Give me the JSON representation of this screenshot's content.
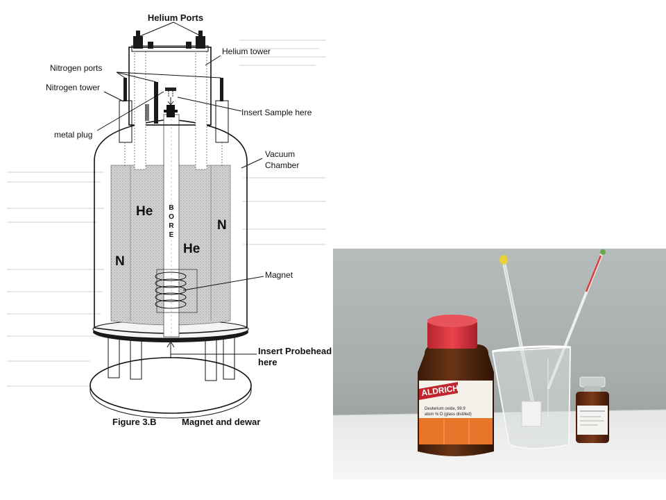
{
  "diagram": {
    "labels": {
      "helium_ports": "Helium Ports",
      "helium_tower": "Helium tower",
      "nitrogen_ports": "Nitrogen ports",
      "nitrogen_tower": "Nitrogen tower",
      "insert_sample": "Insert Sample here",
      "metal_plug": "metal plug",
      "vacuum_chamber_1": "Vacuum",
      "vacuum_chamber_2": "Chamber",
      "magnet": "Magnet",
      "insert_probehead_1": "Insert Probehead",
      "insert_probehead_2": "here"
    },
    "regions": {
      "he_left": "He",
      "he_right": "He",
      "n_left": "N",
      "n_right": "N",
      "bore": [
        "B",
        "O",
        "R",
        "E"
      ]
    },
    "caption": {
      "figure": "Figure 3.B",
      "title": "Magnet and dewar"
    }
  },
  "photo": {
    "bottle_brand": "ALDRICH",
    "bottle_text_1": "Deuterium oxide, 99.9",
    "bottle_text_2": "atom % D (glass distilled)",
    "colors": {
      "cap": "#d8323a",
      "bottle_glass": "#5a2a12",
      "label_orange": "#e8762a",
      "background": "#9aa0a0"
    }
  }
}
